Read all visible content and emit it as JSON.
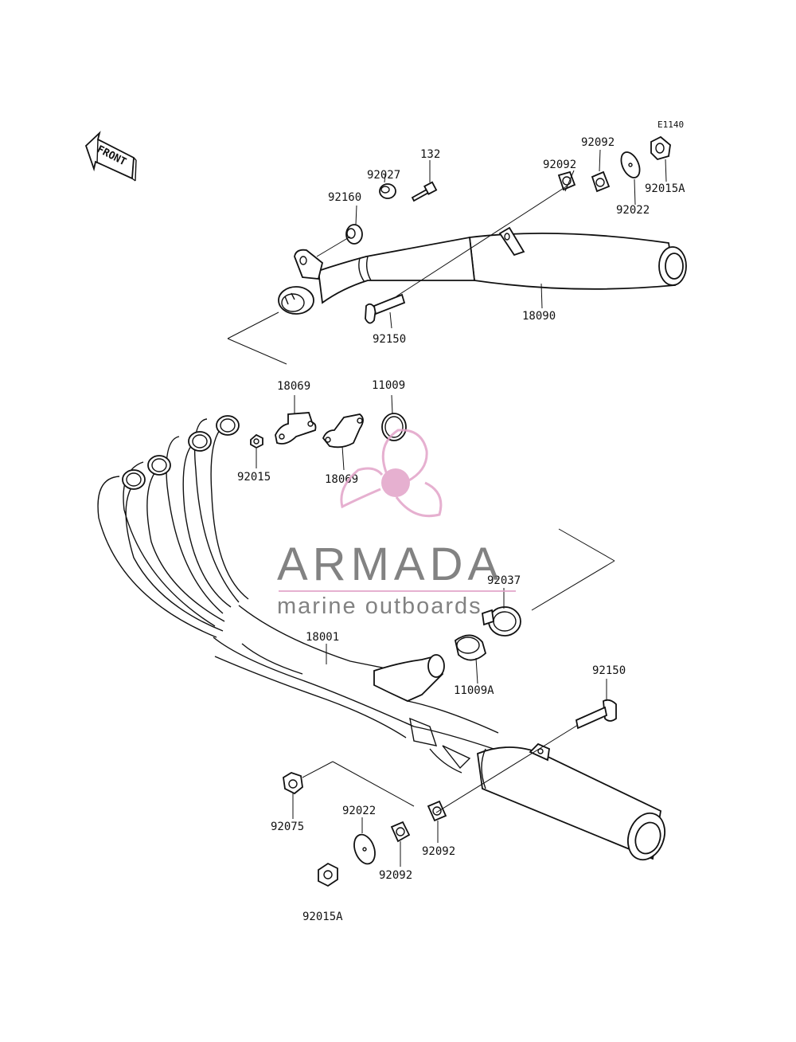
{
  "diagram": {
    "code": "E1140",
    "front_label": "FRONT",
    "parts": {
      "p92160": "92160",
      "p92027": "92027",
      "p132": "132",
      "p92092_a": "92092",
      "p92092_b": "92092",
      "p92022_a": "92022",
      "p92015A_a": "92015A",
      "p18090": "18090",
      "p92150_a": "92150",
      "p18069_a": "18069",
      "p18069_b": "18069",
      "p11009": "11009",
      "p92015": "92015",
      "p92037": "92037",
      "p18001": "18001",
      "p11009A": "11009A",
      "p92150_b": "92150",
      "p92075": "92075",
      "p92022_b": "92022",
      "p92092_c": "92092",
      "p92092_d": "92092",
      "p92015A_b": "92015A"
    }
  },
  "watermark": {
    "brand": "ARMADA",
    "tagline": "marine outboards",
    "logo_color": "#e2a3c8",
    "text_color": "#6d6d6d"
  }
}
